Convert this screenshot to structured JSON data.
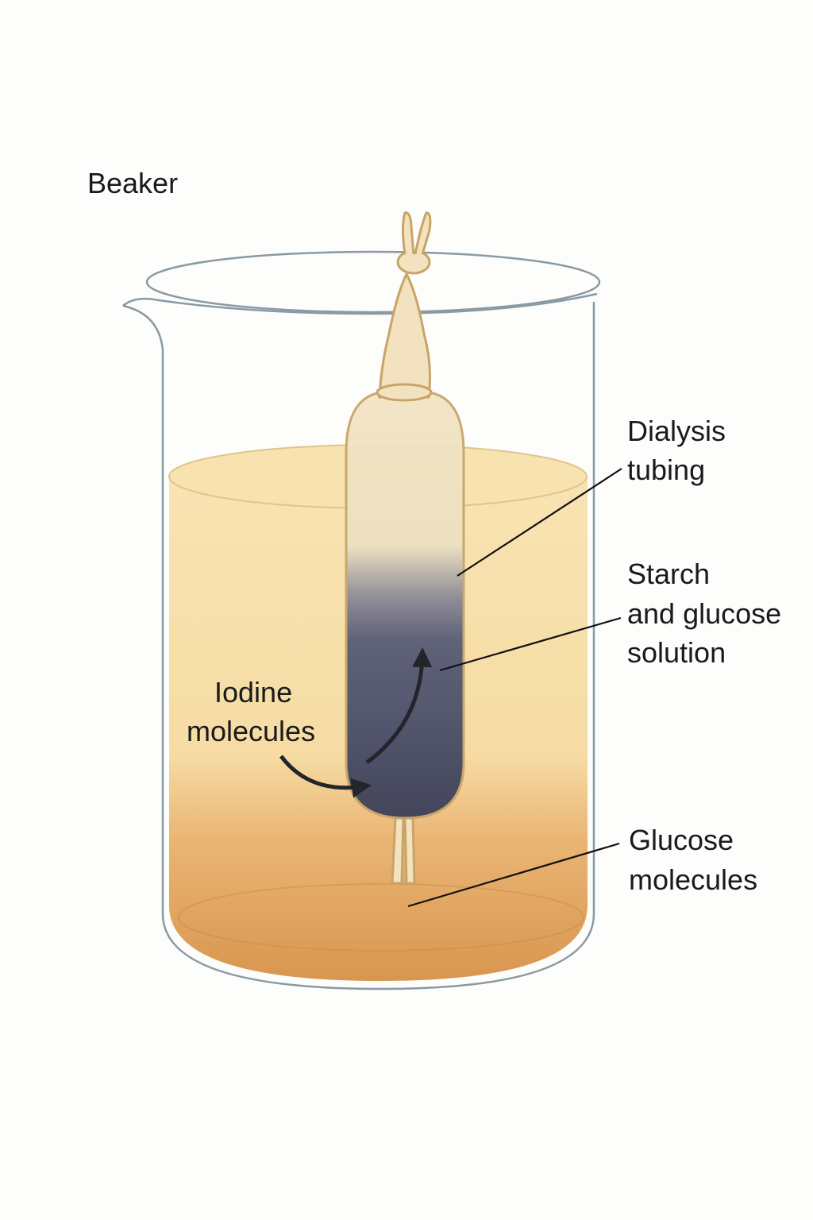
{
  "title": "Dialysis tubing experiment in a beaker",
  "labels": {
    "beaker": "Beaker",
    "dialysis": [
      "Dialysis",
      "tubing"
    ],
    "starch": [
      "Starch",
      "and glucose",
      "solution"
    ],
    "iodine": [
      "Iodine",
      "molecules"
    ],
    "glucose": [
      "Glucose",
      "molecules"
    ]
  },
  "colors": {
    "beaker_outline": "#8a9aa3",
    "solution_top": "#f7e0ab",
    "solution_bottom": "#d9984f",
    "tubing": "#f2e2c0",
    "tubing_outline": "#c9a468",
    "starch_iodine": "#4a4f6a",
    "leader_line": "#111111"
  }
}
